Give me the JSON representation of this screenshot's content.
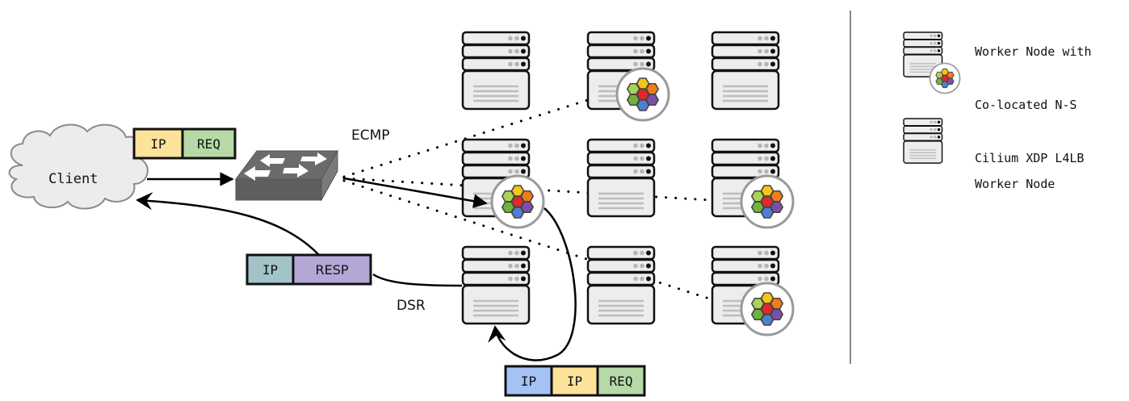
{
  "client": {
    "label": "Client"
  },
  "labels": {
    "ecmp": "ECMP",
    "dsr": "DSR"
  },
  "packets": {
    "request": [
      {
        "label": "IP",
        "color": "#fde29a"
      },
      {
        "label": "REQ",
        "color": "#b7d9a8"
      }
    ],
    "response": [
      {
        "label": "IP",
        "color": "#a2c4c9"
      },
      {
        "label": "RESP",
        "color": "#b4a7d6"
      }
    ],
    "encapsulated": [
      {
        "label": "IP",
        "color": "#a4c2f4"
      },
      {
        "label": "IP",
        "color": "#fde29a"
      },
      {
        "label": "REQ",
        "color": "#b7d9a8"
      }
    ]
  },
  "nodes": {
    "grid": [
      [
        {
          "l4lb": false
        },
        {
          "l4lb": true
        },
        {
          "l4lb": false
        }
      ],
      [
        {
          "l4lb": true
        },
        {
          "l4lb": false
        },
        {
          "l4lb": true
        }
      ],
      [
        {
          "l4lb": false
        },
        {
          "l4lb": false
        },
        {
          "l4lb": true
        }
      ]
    ]
  },
  "cilium_hex_colors": [
    "#f5c518",
    "#f07c1a",
    "#7b4fa8",
    "#4f7fcf",
    "#6fb33a",
    "#a9d356",
    "#e5262b"
  ],
  "legend": {
    "items": [
      {
        "type": "l4lb",
        "lines": [
          "Worker Node with",
          "Co-located N-S",
          "Cilium XDP L4LB"
        ]
      },
      {
        "type": "worker",
        "lines": [
          "Worker Node"
        ]
      }
    ]
  }
}
